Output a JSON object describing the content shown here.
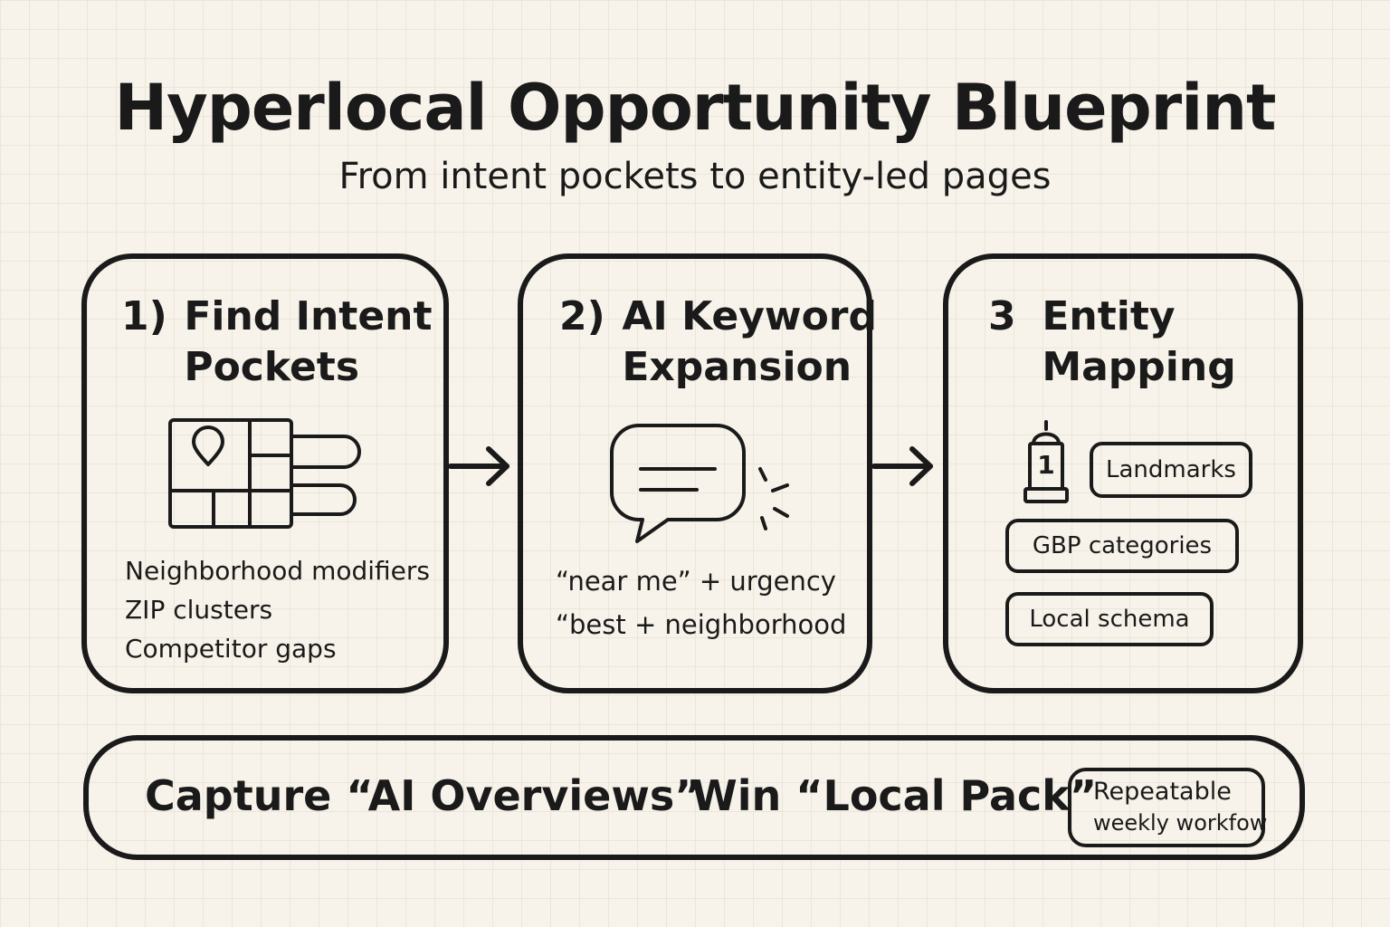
{
  "title": "Hyperlocal Opportunity Blueprint",
  "subtitle": "From intent pockets to entity-led pages",
  "steps": [
    {
      "number": "1)",
      "title_line1": "Find Intent",
      "title_line2": "Pockets",
      "icon": "map-pin-grid-icon",
      "items": [
        "Neighborhood modifiers",
        "ZIP clusters",
        "Competitor gaps"
      ]
    },
    {
      "number": "2)",
      "title_line1": "AI Keyword",
      "title_line2": "Expansion",
      "icon": "chat-bubble-icon",
      "items": [
        "“near me” + urgency",
        "“best + neighborhood"
      ]
    },
    {
      "number": "3",
      "title_line1": "Entity",
      "title_line2": "Mapping",
      "icon": "landmark-icon",
      "landmark_number": "1",
      "tags": [
        "Landmarks",
        "GBP categories",
        "Local schema"
      ]
    }
  ],
  "footer": {
    "capture": "Capture “AI Overviews”",
    "win": "Win “Local Pack”",
    "badge_line1": "Repeatable",
    "badge_line2": "weekly workfow"
  },
  "colors": {
    "background": "#f7f3ea",
    "grid": "#ebe6da",
    "ink": "#1a1a1a"
  }
}
